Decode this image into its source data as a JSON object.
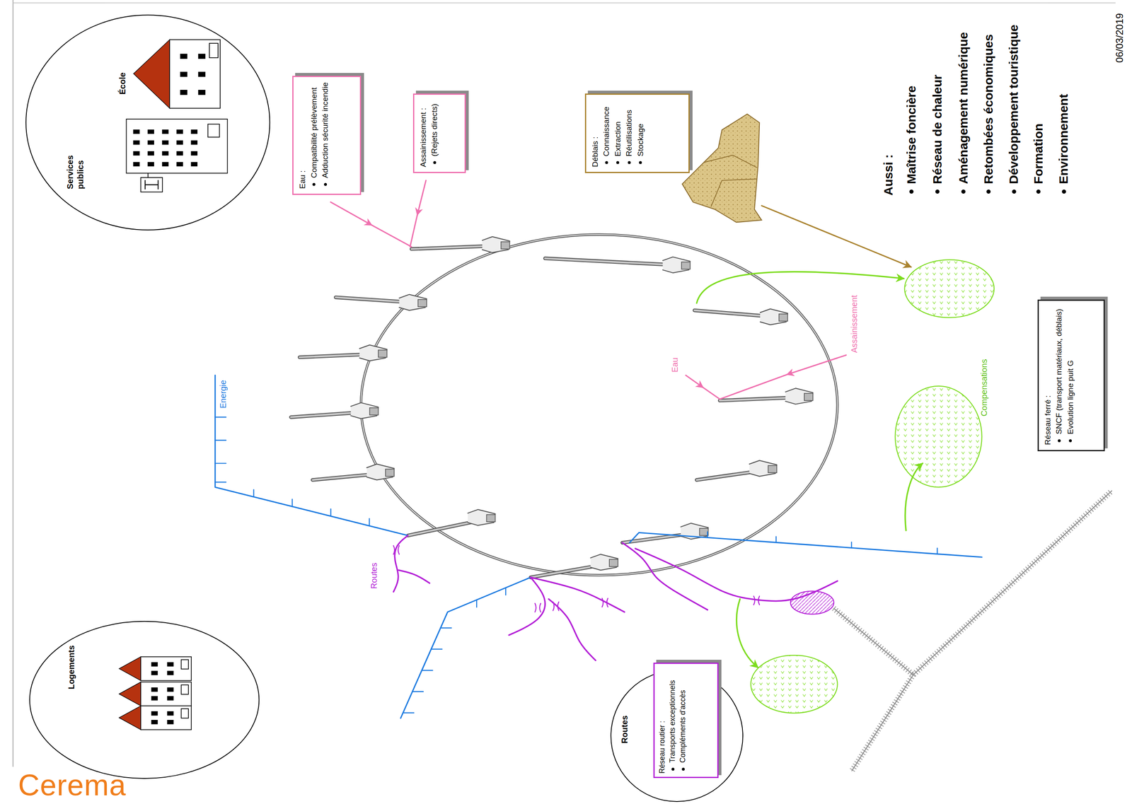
{
  "diagram": {
    "nodes": [
      {
        "text": [
          "Services publics"
        ]
      },
      {
        "text": [
          "Logements"
        ]
      },
      {
        "text": [
          "Eau :",
          "Compatibilité prélèvement",
          "Adduction sécurité incendie"
        ]
      },
      {
        "text": [
          "Assainissement :",
          "(Rejets directs)"
        ]
      },
      {
        "text": [
          "Déblais :",
          "Connaissance",
          "Extraction",
          "Réutilisations",
          "Stockage"
        ]
      },
      {
        "text": [
          "Réseau ferré :",
          "SNCF (transport matériaux, déblais)",
          "Evolution ligne puit G"
        ]
      },
      {
        "text": [
          "Routes"
        ]
      },
      {
        "text": [
          "Réseau routier :",
          "Transports exceptionnels",
          "Compléments d'accès"
        ],
        "in": 6
      }
    ],
    "labels": [
      "École",
      "Aussi :",
      "Maîtrise foncière",
      "Réseau de chaleur",
      "Aménagement numérique",
      "Retombées économiques",
      "Développement touristique",
      "Formation",
      "Environnement",
      "Energie",
      "Routes",
      "Eau",
      "Assainissement",
      "Compensations",
      "06/03/2019",
      "Cerema"
    ]
  }
}
